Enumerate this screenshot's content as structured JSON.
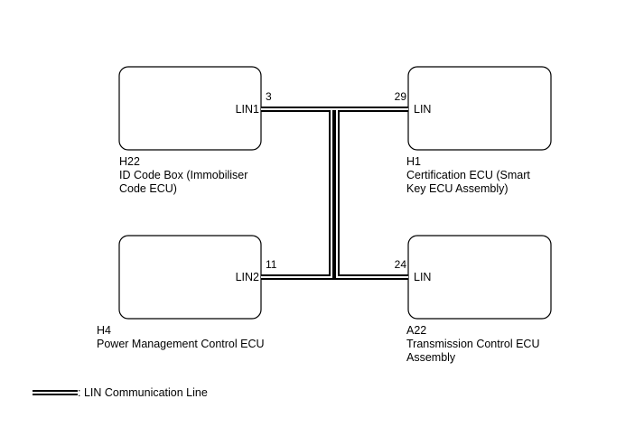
{
  "components": {
    "h22": {
      "code": "H22",
      "name_line1": "ID Code Box (Immobiliser",
      "name_line2": "Code ECU)",
      "port": "LIN1",
      "pin": "3"
    },
    "h1": {
      "code": "H1",
      "name_line1": "Certification ECU (Smart",
      "name_line2": "Key ECU Assembly)",
      "port": "LIN",
      "pin": "29"
    },
    "h4": {
      "code": "H4",
      "name_line1": "Power Management Control ECU",
      "port": "LIN2",
      "pin": "11"
    },
    "a22": {
      "code": "A22",
      "name_line1": "Transmission Control ECU",
      "name_line2": "Assembly",
      "port": "LIN",
      "pin": "24"
    }
  },
  "legend": {
    "text": ": LIN Communication Line"
  },
  "colors": {
    "line": "#000000",
    "background": "#ffffff"
  }
}
